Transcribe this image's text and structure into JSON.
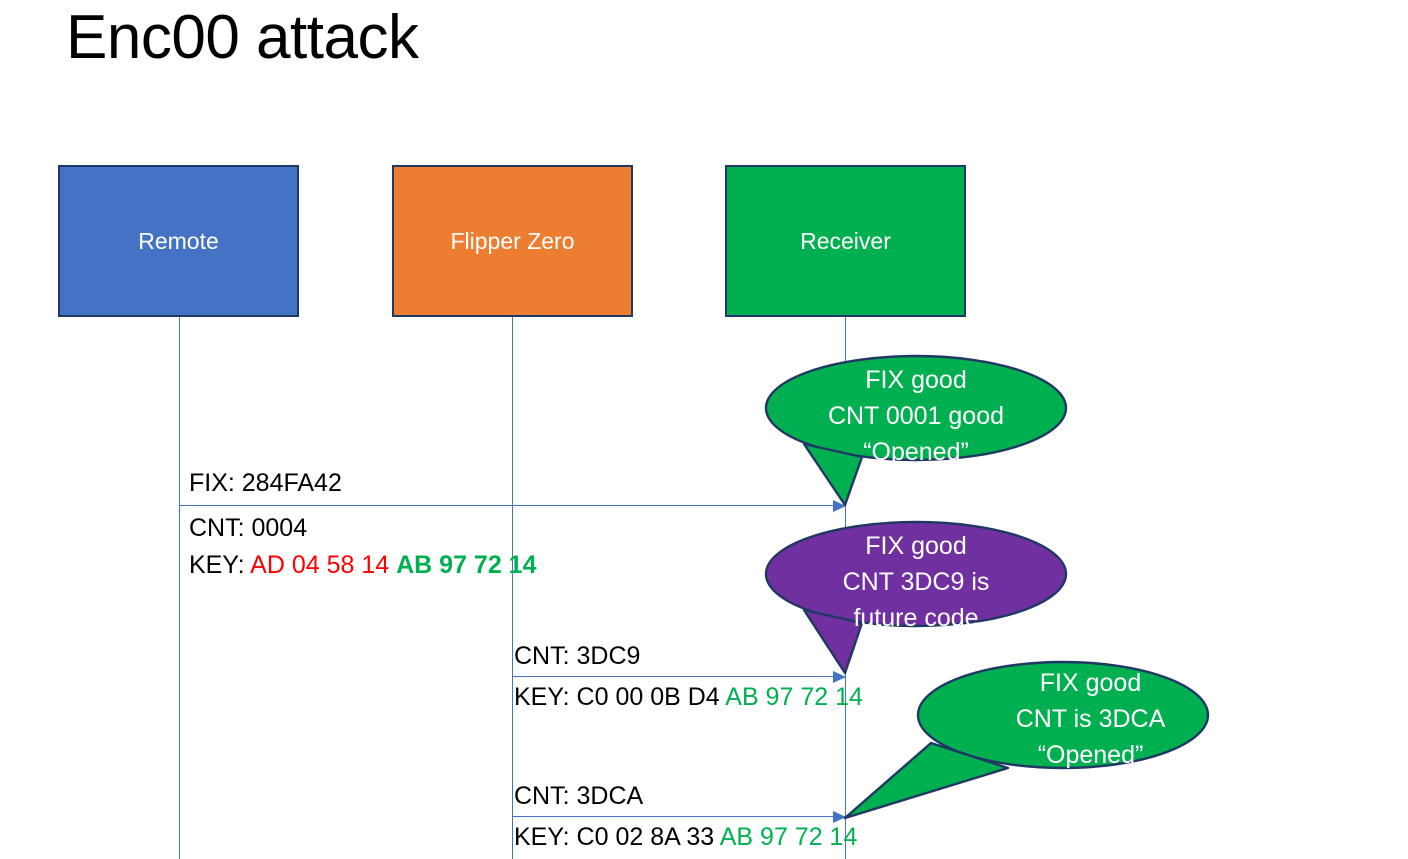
{
  "slide": {
    "title": "Enc00 attack"
  },
  "actors": [
    {
      "name": "remote",
      "label": "Remote",
      "color": "#4472C4"
    },
    {
      "name": "flipper",
      "label": "Flipper Zero",
      "color": "#ED7D31"
    },
    {
      "name": "receiver",
      "label": "Receiver",
      "color": "#00B050"
    }
  ],
  "messages": {
    "m1": {
      "fix": "FIX: 284FA42",
      "cnt": "CNT: 0004",
      "key_prefix": "KEY: ",
      "key_part1": "AD 04 58 14",
      "key_part2": "AB 97 72 14"
    },
    "m2": {
      "cnt": "CNT: 3DC9",
      "key_prefix": "KEY: ",
      "key_part1": "C0 00 0B D4",
      "key_part2": "AB 97 72 14"
    },
    "m3": {
      "cnt": "CNT: 3DCA",
      "key_prefix": "KEY: ",
      "key_part1": "C0 02 8A 33",
      "key_part2": "AB 97 72 14"
    }
  },
  "callouts": [
    {
      "name": "callout-receiver-first",
      "color": "#00B050",
      "lines": [
        "FIX good",
        "CNT 0001 good",
        "“Opened”"
      ],
      "line1": "FIX good",
      "line2": "CNT 0001 good",
      "line3": "“Opened”"
    },
    {
      "name": "callout-receiver-future",
      "color": "#7030A0",
      "lines": [
        "FIX good",
        "CNT 3DC9 is",
        "future code"
      ],
      "line1": "FIX good",
      "line2": "CNT 3DC9 is",
      "line3": "future code"
    },
    {
      "name": "callout-receiver-opened",
      "color": "#00B050",
      "lines": [
        "FIX good",
        "CNT is 3DCA",
        "“Opened”"
      ],
      "line1": "FIX good",
      "line2": "CNT is 3DCA",
      "line3": "“Opened”"
    }
  ],
  "colors": {
    "blue": "#4472C4",
    "orange": "#ED7D31",
    "green": "#00B050",
    "purple": "#7030A0",
    "red": "#FF0000",
    "outline": "#1F3864"
  }
}
